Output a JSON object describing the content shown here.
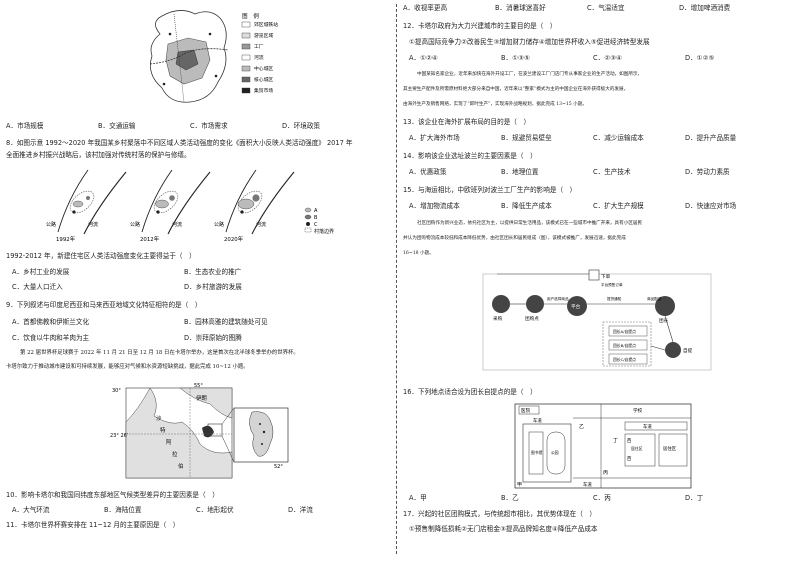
{
  "left": {
    "fig1": {
      "legend_title": "图　例",
      "legend_items": [
        "郊区城铁站",
        "游览区域",
        "工厂",
        "河流",
        "中心城区",
        "核心城区",
        "集贸市场"
      ]
    },
    "q7_options": [
      "A．市场规模",
      "B．交通运输",
      "C．市场需求",
      "D．环境政策"
    ],
    "q8_stem": [
      "8．如图示意 1992～2020 年我国某乡村聚落中不同区域人类活动强度的变化《面积大小反映人类活动强度》 2017 年",
      "全面推进乡村振兴战略后，该村加强对传统村落的保护与修缮。"
    ],
    "fig2": {
      "years": [
        "1992年",
        "2012年",
        "2020年"
      ],
      "labels": [
        "公路",
        "河流"
      ],
      "legend": [
        "A",
        "B",
        "C",
        "村落边界"
      ]
    },
    "q8_sub": "1992-2012 年，新建住宅区人类活动强度变化主要得益于（　）",
    "q8_options": [
      "A．乡村工业的发展",
      "B．生态农业的推广",
      "C．大量人口迁入",
      "D．乡村旅游的发展"
    ],
    "q9_stem": "9．下列叙述与印度尼西亚和马来西亚地域文化特征相符的是（　）",
    "q9_options": [
      "A．首都佛教和伊斯兰文化",
      "B．园林高雅的建筑随处可见",
      "C．饮食以牛肉和羊肉为主",
      "D．崇拜原始的图腾"
    ],
    "intro": [
      "第 22 届世界杯足球赛于 2022 年 11 月 21 日至 12 月 18 日在卡塔尔举办，这是首次在北半球冬季举办的世界杯。",
      "卡塔尔致力于推动城市建设和可持续发展，能够应对气候和水资源短缺挑战，据此完成 10~12 小题。"
    ],
    "map": {
      "lat_labels": [
        "30°",
        "23° 26′"
      ],
      "lon_labels": [
        "55°",
        "52°"
      ],
      "place_labels": [
        "伊朗",
        "沙",
        "特",
        "阿",
        "拉",
        "伯"
      ]
    },
    "q10_stem": "10．影响卡塔尔和我国同纬度东部地区气候类型差异的主要因素是（　）",
    "q10_options": [
      "A．大气环流",
      "B．海陆位置",
      "C．地形起伏",
      "D．洋流"
    ],
    "q11_stem": "11．卡塔尔世界杯赛安排在 11~12 月的主要原因是（　）"
  },
  "right": {
    "q11_options": [
      "A．收视率更高",
      "B．消暑球迷喜好",
      "C．气温适宜",
      "D．增加啤酒消费"
    ],
    "q12_stem": "12．卡塔尔政府为大力兴建城市的主要目的是（　）",
    "q12_options": "①提高国际竞争力②改善民生③增加财力储存④增加世界杯收入⑤促进经济转型发展",
    "q12_choices": [
      "A．①②④",
      "B．①③⑤",
      "C．②③④",
      "D．①②⑤"
    ],
    "intro2": [
      "中国某知名家企业，近年来加快在海外开设工厂，在波兰建设工厂门店门专从事家企业的生产活动，如图所示，",
      "其主要生产配件及所需原材料绝大部分来自中国，近年来以“整家”模式为主的中国企业在海外获得极大的发展，",
      "由海外生产及销售网络，实现了“即时生产”，实现海外战略规划，据此完成 13~15 小题。"
    ],
    "q13_stem": "13．该企业在海外扩展布局的目的是（　）",
    "q13_options": [
      "A．扩大海外市场",
      "B．规避贸易壁垒",
      "C．减少运输成本",
      "D．提升产品质量"
    ],
    "q14_stem": "14．影响该企业选址波兰的主要因素是（　）",
    "q14_options": [
      "A．优惠政策",
      "B．地理位置",
      "C．生产技术",
      "D．劳动力素质"
    ],
    "q15_stem": "15．与海运相比，中欧班列对波兰工厂生产的影响是（　）",
    "q15_options": [
      "A．增加物流成本",
      "B．降低生产成本",
      "C．扩大生产规模",
      "D．快速应对市场"
    ],
    "intro3": [
      "社区团购作为新兴业态，依托社区为主，以提供日常生活用品，该模式已在一些城市中推广开来，具有小区居民",
      "并认为团购物流成本较低和成本降低优势，由社区团长和居民组成（图），该模式被推广，发展迅速，据此完成",
      "16~18 小题。"
    ],
    "flow": {
      "nodes": [
        "下单",
        "采购",
        "平台",
        "团长",
        "团购点",
        "自提"
      ],
      "notes": [
        "平台预售订单",
        "用户选择商品",
        "提货通知",
        "商品配送",
        "团长A/自提点",
        "团长B/自提点",
        "团长C/自提点"
      ]
    },
    "q16_stem": "16．下列地点适合设为团长自提点的是（　）",
    "campus": {
      "labels": [
        "医院",
        "学校",
        "车道",
        "车道",
        "西",
        "居住区",
        "西",
        "居住区",
        "车道",
        "图书馆",
        "公园"
      ],
      "marks": [
        "甲",
        "乙",
        "丙",
        "丁"
      ]
    },
    "q16_options": [
      "A．甲",
      "B．乙",
      "C．丙",
      "D．丁"
    ],
    "q17_stem": "17．兴起的社区团购模式，与传统超市相比，其优势体现在（　）",
    "q17_options": "①预售制降低损耗②无门店租金③提高品牌知名度④降低产品成本"
  }
}
